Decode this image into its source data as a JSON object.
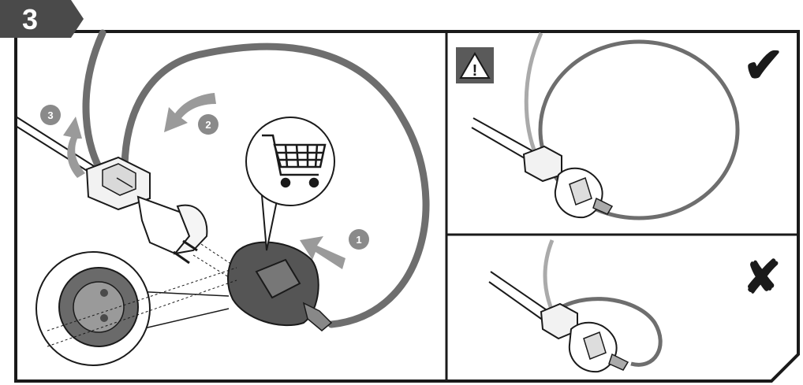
{
  "step": {
    "number": "3"
  },
  "left_panel": {
    "callouts": [
      {
        "number": "1",
        "action": "push-extension-socket-onto-plug"
      },
      {
        "number": "2",
        "action": "loop-cable-back"
      },
      {
        "number": "3",
        "action": "hook-cable-into-clip"
      }
    ],
    "icons": [
      "shopping-cart-icon",
      "socket-detail-magnifier"
    ]
  },
  "right_panel": {
    "warning": {
      "icon": "warning-icon",
      "glyph": "!"
    },
    "correct_example": {
      "icon": "checkmark-icon",
      "glyph": "✔"
    },
    "incorrect_example": {
      "icon": "cross-icon",
      "glyph": "✘"
    }
  },
  "colors": {
    "frame": "#1a1a1a",
    "badge": "#4a4a4a",
    "cable": "#6e6e6e",
    "callout": "#8a8a8a",
    "arrow": "#9a9a9a"
  }
}
